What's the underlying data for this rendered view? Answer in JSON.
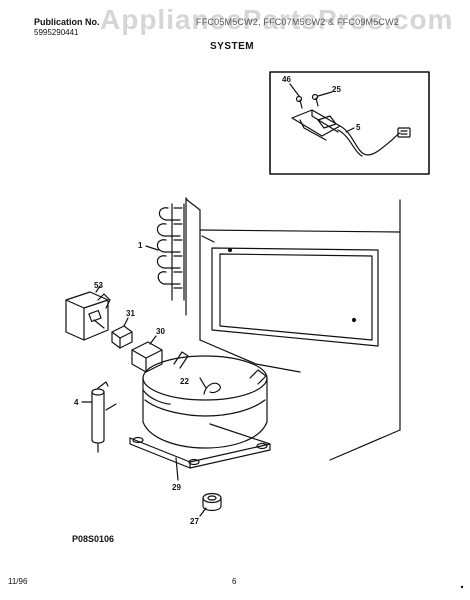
{
  "header": {
    "publication_label": "Publication No.",
    "publication_number": "5995290441",
    "models": "FFC05M5CW2, FFC07M5CW2 & FFC09M5CW2",
    "watermark": "AppliancePartsPros.com"
  },
  "section_title": "SYSTEM",
  "callouts": {
    "p46": "46",
    "p25": "25",
    "p5": "5",
    "p1": "1",
    "p53": "53",
    "p31": "31",
    "p30": "30",
    "p22": "22",
    "p4": "4",
    "p29": "29",
    "p27": "27"
  },
  "diagram_code": "P08S0106",
  "footer": {
    "date": "11/96",
    "page": "6"
  }
}
